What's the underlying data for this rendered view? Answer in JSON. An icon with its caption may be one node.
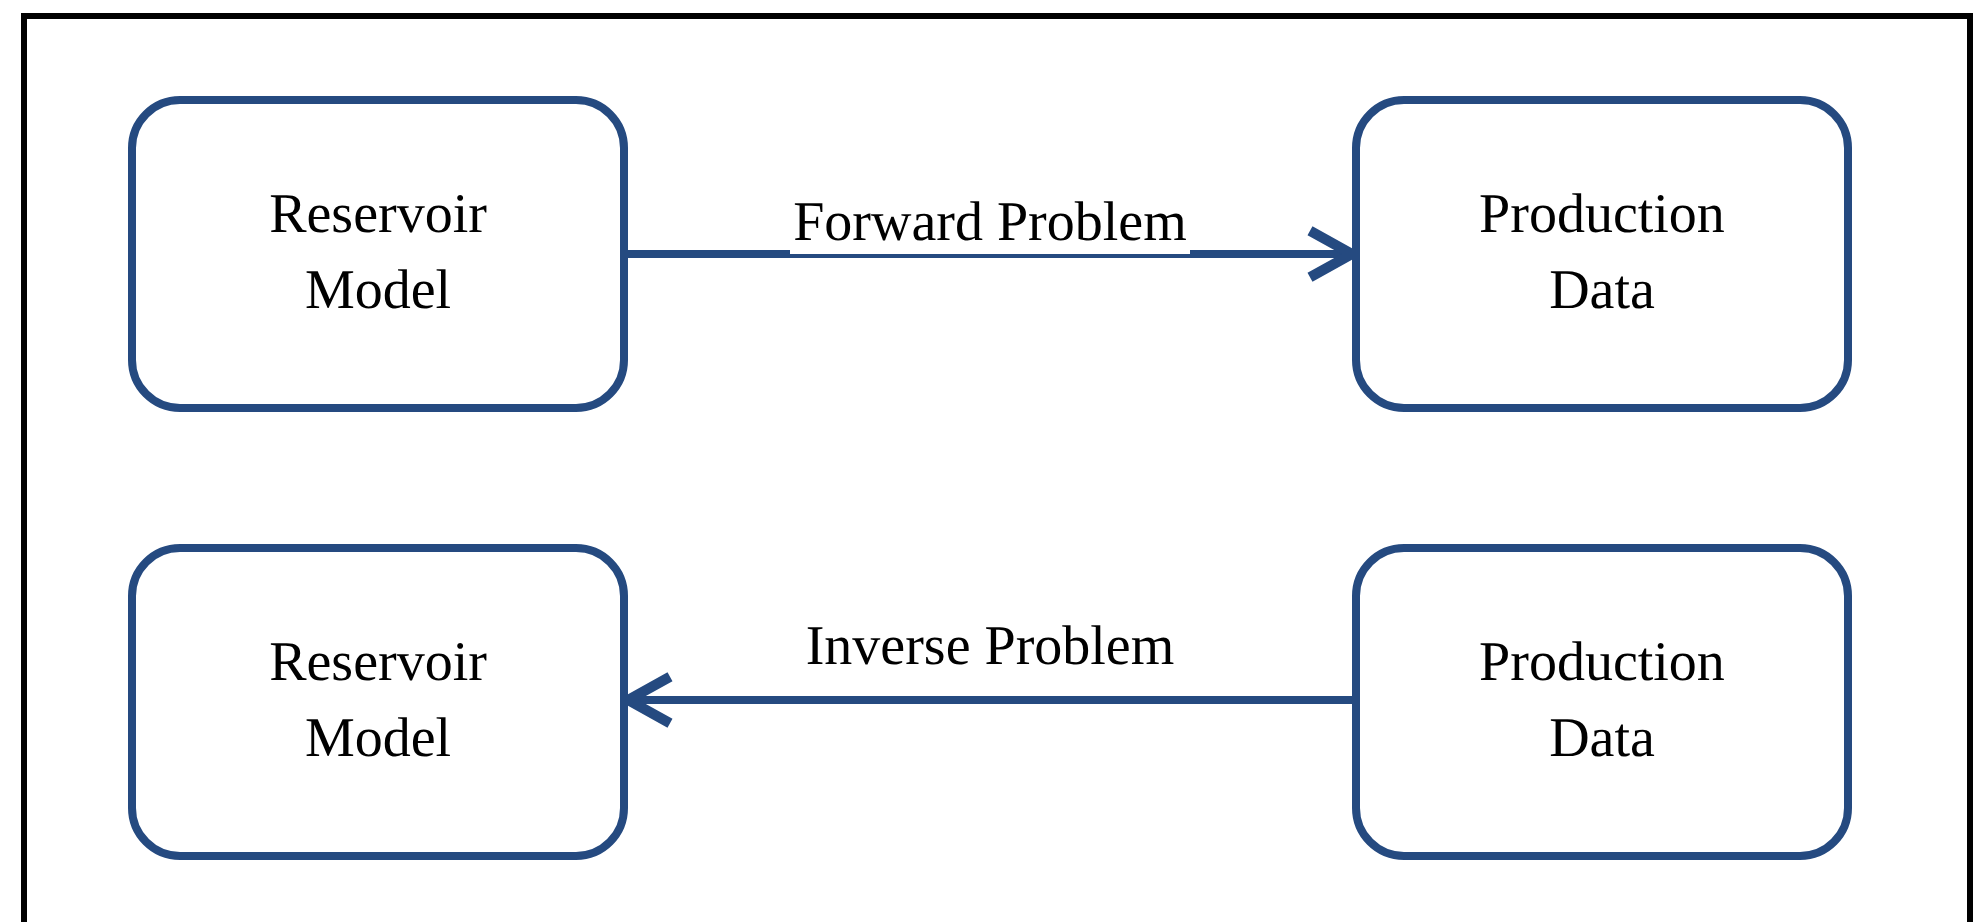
{
  "diagram": {
    "nodes": [
      {
        "text": [
          "Reservoir Model"
        ]
      },
      {
        "text": [
          "Production Data"
        ]
      },
      {
        "text": [
          "Reservoir Model"
        ]
      },
      {
        "text": [
          "Production Data"
        ]
      }
    ],
    "edges": [
      {
        "from": 0,
        "to": 1,
        "arrow": "to",
        "label": "Forward Problem"
      },
      {
        "from": 3,
        "to": 2,
        "arrow": "to",
        "label": "Inverse Problem"
      }
    ]
  }
}
